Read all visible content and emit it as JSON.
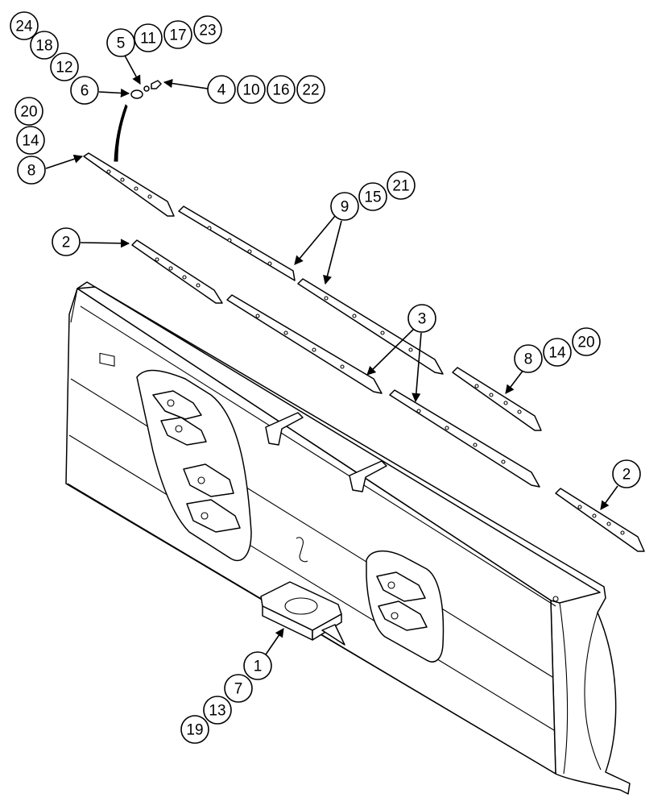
{
  "diagram": {
    "callouts": {
      "c24": "24",
      "c18": "18",
      "c12": "12",
      "c6": "6",
      "c5": "5",
      "c11": "11",
      "c17": "17",
      "c23": "23",
      "c4": "4",
      "c10": "10",
      "c16": "16",
      "c22": "22",
      "c20a": "20",
      "c14a": "14",
      "c8a": "8",
      "c9": "9",
      "c15": "15",
      "c21": "21",
      "c2a": "2",
      "c3": "3",
      "c8b": "8",
      "c14b": "14",
      "c20b": "20",
      "c2b": "2",
      "c1": "1",
      "c7": "7",
      "c13": "13",
      "c19": "19"
    },
    "colors": {
      "line": "#000000",
      "background": "#ffffff"
    }
  }
}
